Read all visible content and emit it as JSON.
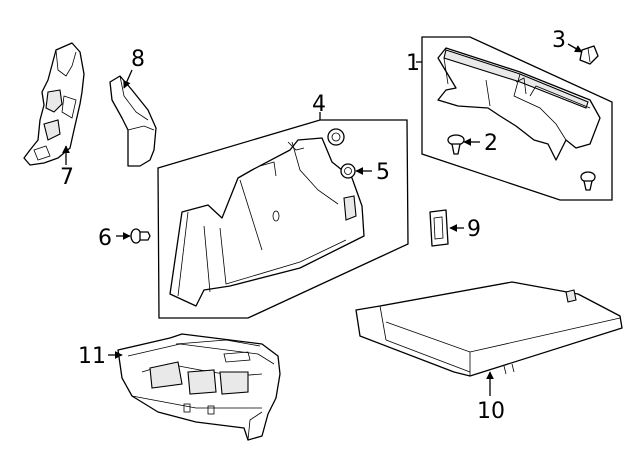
{
  "diagram": {
    "callouts": [
      {
        "id": "1",
        "label": "1"
      },
      {
        "id": "2",
        "label": "2"
      },
      {
        "id": "3",
        "label": "3"
      },
      {
        "id": "4",
        "label": "4"
      },
      {
        "id": "5",
        "label": "5"
      },
      {
        "id": "6",
        "label": "6"
      },
      {
        "id": "7",
        "label": "7"
      },
      {
        "id": "8",
        "label": "8"
      },
      {
        "id": "9",
        "label": "9"
      },
      {
        "id": "10",
        "label": "10"
      },
      {
        "id": "11",
        "label": "11"
      }
    ],
    "colors": {
      "line": "#000000",
      "background": "#ffffff",
      "shade": "#e9e9e9"
    }
  }
}
